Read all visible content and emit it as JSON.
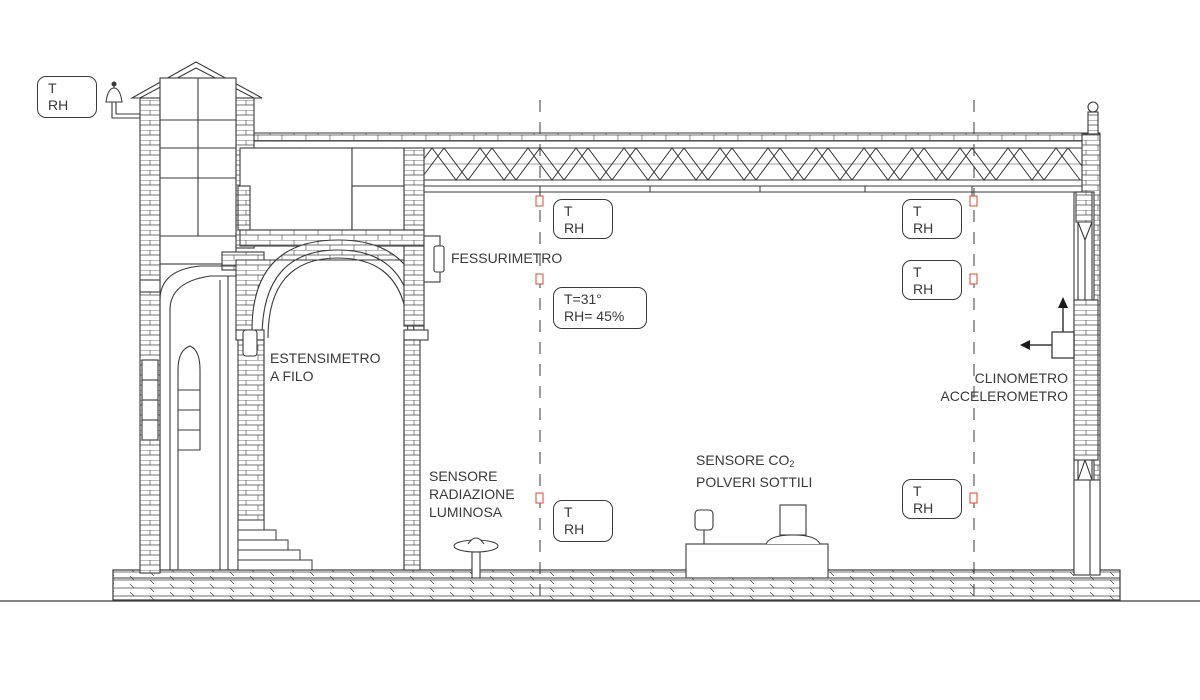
{
  "labels": {
    "fessurimetro": "FESSURIMETRO",
    "estensimetro_1": "ESTENSIMETRO",
    "estensimetro_2": "A FILO",
    "radiazione_1": "SENSORE",
    "radiazione_2": "RADIAZIONE",
    "radiazione_3": "LUMINOSA",
    "co2_1": "SENSORE CO",
    "co2_sub": "2",
    "co2_2": "POLVERI SOTTILI",
    "clinometro_1": "CLINOMETRO",
    "clinometro_2": "ACCELEROMETRO"
  },
  "sensor_boxes": [
    {
      "id": "tower",
      "line1": "T",
      "line2": "RH"
    },
    {
      "id": "center-top",
      "line1": "T",
      "line2": "RH"
    },
    {
      "id": "center-mid",
      "line1": "T=31°",
      "line2": "RH= 45%"
    },
    {
      "id": "center-bottom",
      "line1": "T",
      "line2": "RH"
    },
    {
      "id": "right-top",
      "line1": "T",
      "line2": "RH"
    },
    {
      "id": "right-mid",
      "line1": "T",
      "line2": "RH"
    },
    {
      "id": "right-bottom",
      "line1": "T",
      "line2": "RH"
    }
  ],
  "colors": {
    "line": "#3a3a3a",
    "sensor_marker": "#e0452b",
    "background": "#ffffff"
  }
}
